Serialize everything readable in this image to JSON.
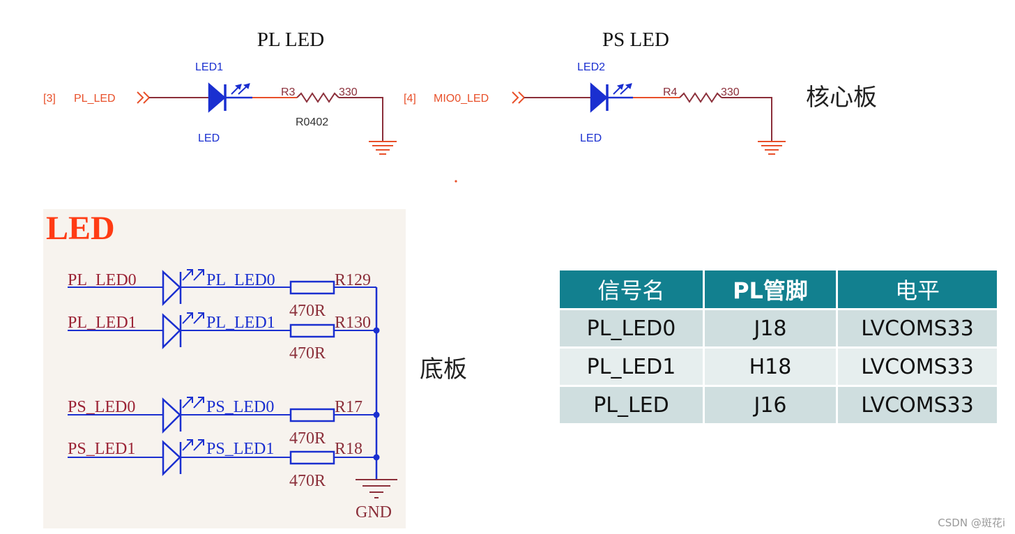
{
  "top_schematic": {
    "pl_section_title": "PL LED",
    "ps_section_title": "PS LED",
    "pl_net_index": "[3]",
    "pl_net_name": "PL_LED",
    "pl_led_ref": "LED1",
    "pl_led_type": "LED",
    "pl_res_ref": "R3",
    "pl_res_value": "330",
    "pl_res_package": "R0402",
    "ps_net_index": "[4]",
    "ps_net_name": "MIO0_LED",
    "ps_led_ref": "LED2",
    "ps_led_type": "LED",
    "ps_res_ref": "R4",
    "ps_res_value": "330",
    "board_label": "核心板"
  },
  "bottom_schematic": {
    "title": "LED",
    "board_label": "底板",
    "gnd_label": "GND",
    "channels": [
      {
        "input_net": "PL_LED0",
        "output_net": "PL_LED0",
        "res_ref": "R129",
        "res_value": "470R"
      },
      {
        "input_net": "PL_LED1",
        "output_net": "PL_LED1",
        "res_ref": "R130",
        "res_value": "470R"
      },
      {
        "input_net": "PS_LED0",
        "output_net": "PS_LED0",
        "res_ref": "R17",
        "res_value": "470R"
      },
      {
        "input_net": "PS_LED1",
        "output_net": "PS_LED1",
        "res_ref": "R18",
        "res_value": "470R"
      }
    ]
  },
  "pin_table": {
    "headers": [
      "信号名",
      "PL管脚",
      "电平"
    ],
    "rows": [
      [
        "PL_LED0",
        "J18",
        "LVCOMS33"
      ],
      [
        "PL_LED1",
        "H18",
        "LVCOMS33"
      ],
      [
        "PL_LED",
        "J16",
        "LVCOMS33"
      ]
    ]
  },
  "watermark": "CSDN @斑花i",
  "colors": {
    "net_red": "#e8502a",
    "wire_dark": "#8b2f3a",
    "component_blue": "#1a2fd0",
    "table_header": "#12808f",
    "title_red": "#ff3b14"
  }
}
